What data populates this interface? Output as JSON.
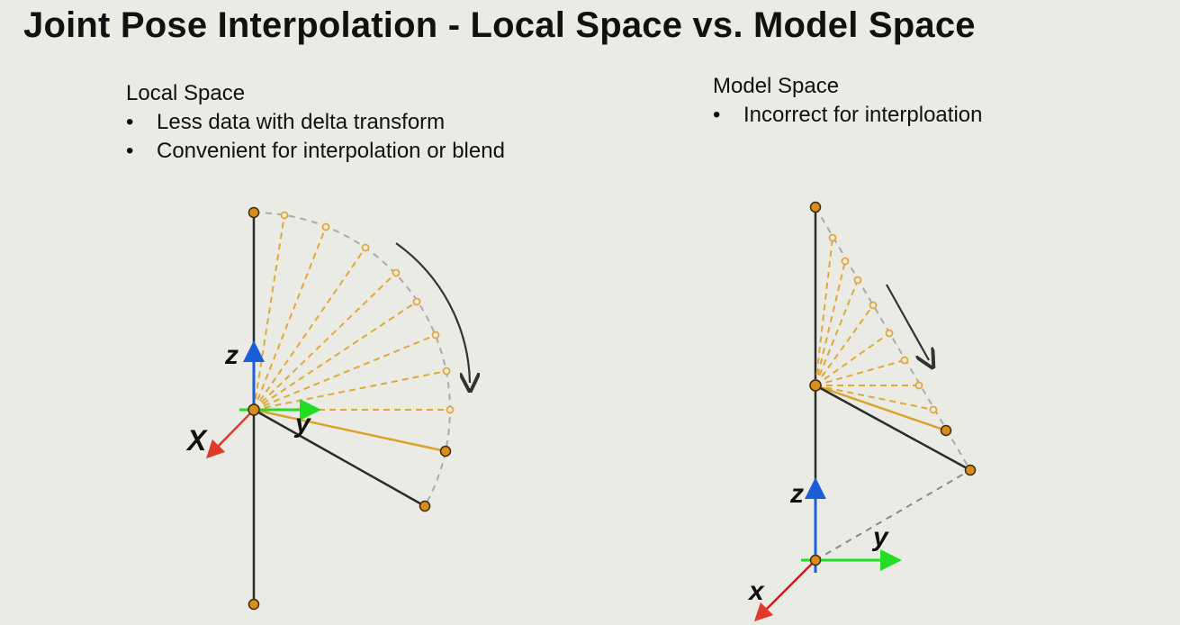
{
  "title": "Joint Pose Interpolation - Local Space vs. Model Space",
  "local_space": {
    "heading": "Local Space",
    "bullets": [
      "Less data with delta transform",
      "Convenient for interpolation or blend"
    ],
    "axes": {
      "z": "z",
      "x": "X",
      "y": "y"
    }
  },
  "model_space": {
    "heading": "Model Space",
    "bullets": [
      "Incorrect for interploation"
    ],
    "axes": {
      "z": "z",
      "x": "x",
      "y": "y"
    }
  },
  "colors": {
    "bone": "#2b2b2b",
    "interp_dashed": "#e0a83a",
    "interp_solid": "#d9a22b",
    "joint_fill": "#d98e1c",
    "arc": "#aaaaaa",
    "axis_z": "#1a5fd8",
    "axis_y": "#22dd22",
    "axis_x": "#e03a2a"
  }
}
